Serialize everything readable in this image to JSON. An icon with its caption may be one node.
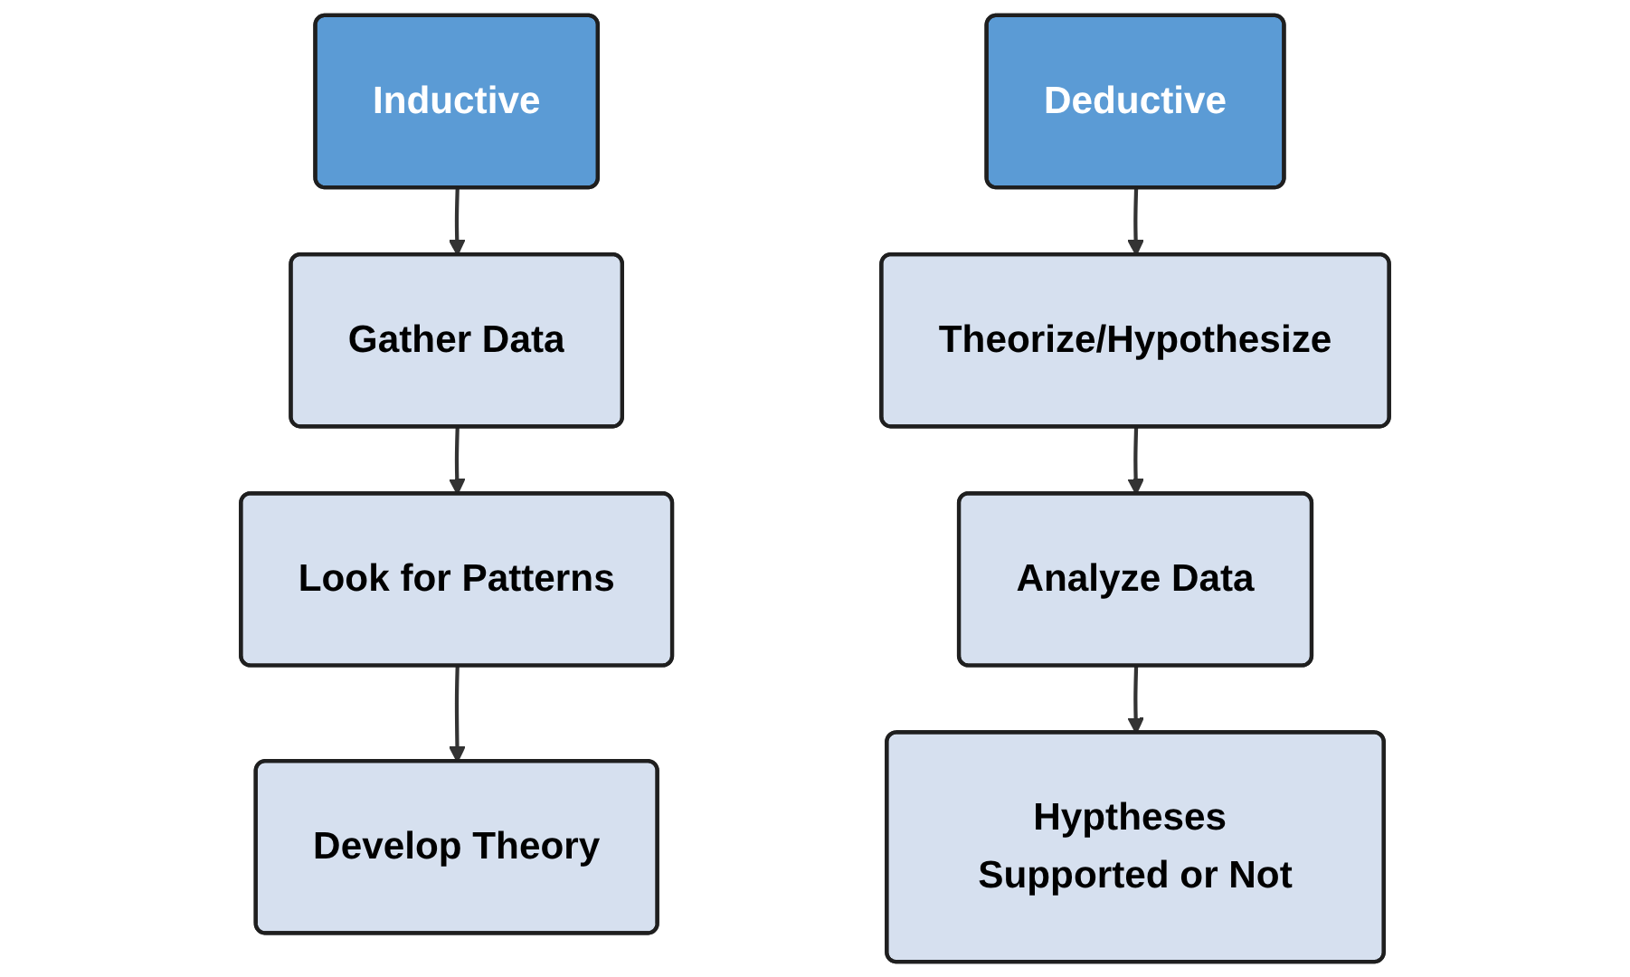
{
  "diagram": {
    "nodes": [
      {
        "text": [
          "Inductive"
        ]
      },
      {
        "text": [
          "Gather Data"
        ]
      },
      {
        "text": [
          "Look for Patterns"
        ]
      },
      {
        "text": [
          "Develop Theory"
        ]
      },
      {
        "text": [
          "Deductive"
        ]
      },
      {
        "text": [
          "Theorize/Hypothesize"
        ]
      },
      {
        "text": [
          "Analyze Data"
        ]
      },
      {
        "text": [
          "Hyptheses Supported or Not"
        ]
      }
    ],
    "edges": [
      {
        "from": 0,
        "to": 1,
        "arrow": "to"
      },
      {
        "from": 1,
        "to": 2,
        "arrow": "to"
      },
      {
        "from": 2,
        "to": 3,
        "arrow": "to"
      },
      {
        "from": 4,
        "to": 5,
        "arrow": "to"
      },
      {
        "from": 5,
        "to": 6,
        "arrow": "to"
      },
      {
        "from": 6,
        "to": 7,
        "arrow": "to"
      }
    ]
  }
}
